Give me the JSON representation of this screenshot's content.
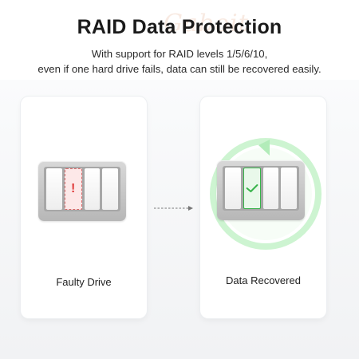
{
  "header": {
    "title": "RAID Data Protection",
    "subtitle_line1": "With support for RAID levels 1/5/6/10,",
    "subtitle_line2": "even if one hard drive fails, data can still be recovered easily.",
    "watermark": "Gaboit"
  },
  "cards": {
    "left": {
      "label": "Faulty Drive",
      "status_mark": "!"
    },
    "right": {
      "label": "Data Recovered",
      "status_mark": "✓"
    }
  },
  "colors": {
    "fault_red": "#e03a3a",
    "recover_green": "#37b34a",
    "ring_green": "#b6efbd"
  },
  "icons": {
    "left_nas": "nas-drive-bay-icon",
    "right_nas": "nas-drive-bay-icon",
    "arrow": "dashed-arrow-right-icon",
    "ring": "circular-recovery-arrow-icon",
    "check": "check-icon"
  }
}
